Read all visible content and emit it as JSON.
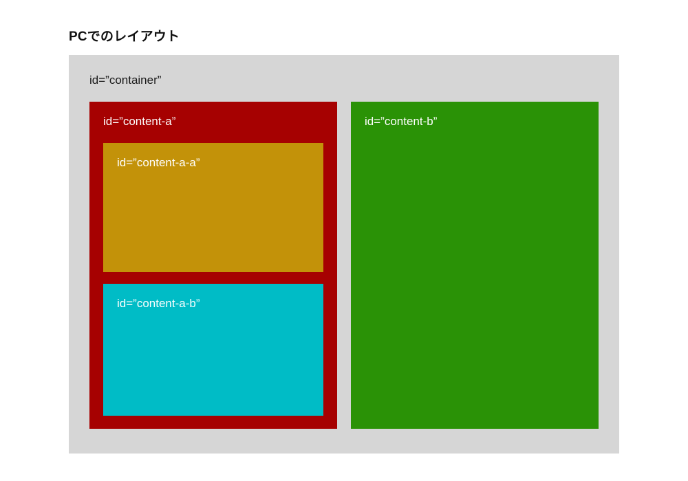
{
  "title": "PCでのレイアウト",
  "diagram": {
    "container": {
      "label": "id=”container”",
      "color": "#d6d6d6"
    },
    "content_a": {
      "label": "id=”content-a”",
      "color": "#a60101",
      "children": [
        {
          "label": "id=”content-a-a”",
          "color": "#c39209"
        },
        {
          "label": "id=”content-a-b”",
          "color": "#00bcc6"
        }
      ]
    },
    "content_b": {
      "label": "id=”content-b”",
      "color": "#2a9206"
    }
  },
  "page_background": "#ffffff"
}
